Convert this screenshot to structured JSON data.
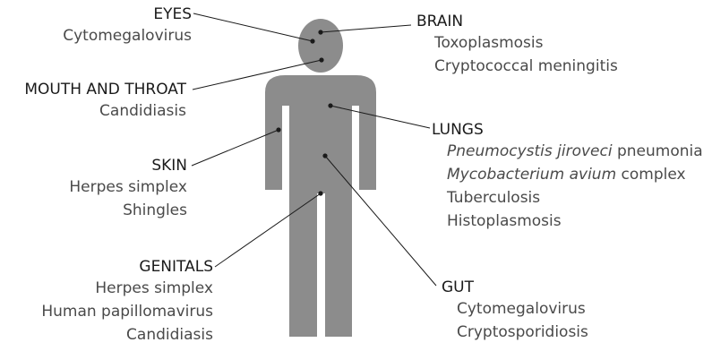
{
  "regions": {
    "eyes": {
      "title": "EYES",
      "items": [
        "Cytomegalovirus"
      ]
    },
    "mouth": {
      "title": "MOUTH AND THROAT",
      "items": [
        "Candidiasis"
      ]
    },
    "skin": {
      "title": "SKIN",
      "items": [
        "Herpes simplex",
        "Shingles"
      ]
    },
    "genitals": {
      "title": "GENITALS",
      "items": [
        "Herpes simplex",
        "Human papillomavirus",
        "Candidiasis"
      ]
    },
    "brain": {
      "title": "BRAIN",
      "items": [
        "Toxoplasmosis",
        "Cryptococcal meningitis"
      ]
    },
    "lungs": {
      "title": "LUNGS",
      "items": [
        {
          "italic": "Pneumocystis jiroveci",
          "rest": " pneumonia"
        },
        {
          "italic": "Mycobacterium avium",
          "rest": " complex"
        },
        {
          "italic": "",
          "rest": "Tuberculosis"
        },
        {
          "italic": "",
          "rest": "Histoplasmosis"
        }
      ]
    },
    "gut": {
      "title": "GUT",
      "items": [
        "Cytomegalovirus",
        "Cryptosporidiosis"
      ]
    }
  },
  "colors": {
    "body": "#8c8c8c",
    "line": "#1a1a1a",
    "heading": "#1a1a1a",
    "text": "#4a4a4a"
  }
}
